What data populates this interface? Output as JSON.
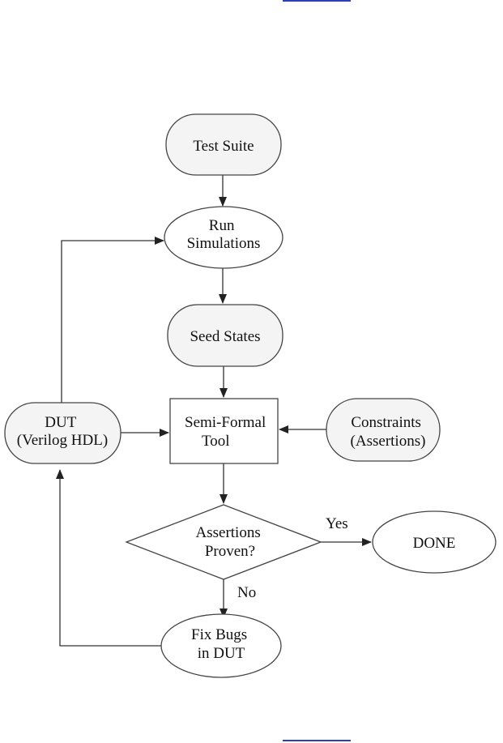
{
  "colors": {
    "node_fill": "#f4f4f4",
    "plain_fill": "#ffffff",
    "stroke": "#444444",
    "link": "#2f3fb6"
  },
  "nodes": {
    "test_suite": {
      "lines": [
        "Test Suite"
      ]
    },
    "run_simulations": {
      "lines": [
        "Run",
        "Simulations"
      ]
    },
    "seed_states": {
      "lines": [
        "Seed States"
      ]
    },
    "semi_formal_tool": {
      "lines": [
        "Semi-Formal",
        "Tool"
      ]
    },
    "dut": {
      "lines": [
        "DUT",
        "(Verilog HDL)"
      ]
    },
    "constraints": {
      "lines": [
        "Constraints",
        "(Assertions)"
      ]
    },
    "assertions_proven": {
      "lines": [
        "Assertions",
        "Proven?"
      ]
    },
    "done": {
      "lines": [
        "DONE"
      ]
    },
    "fix_bugs": {
      "lines": [
        "Fix Bugs",
        "in DUT"
      ]
    }
  },
  "edges": {
    "yes_label": "Yes",
    "no_label": "No"
  }
}
